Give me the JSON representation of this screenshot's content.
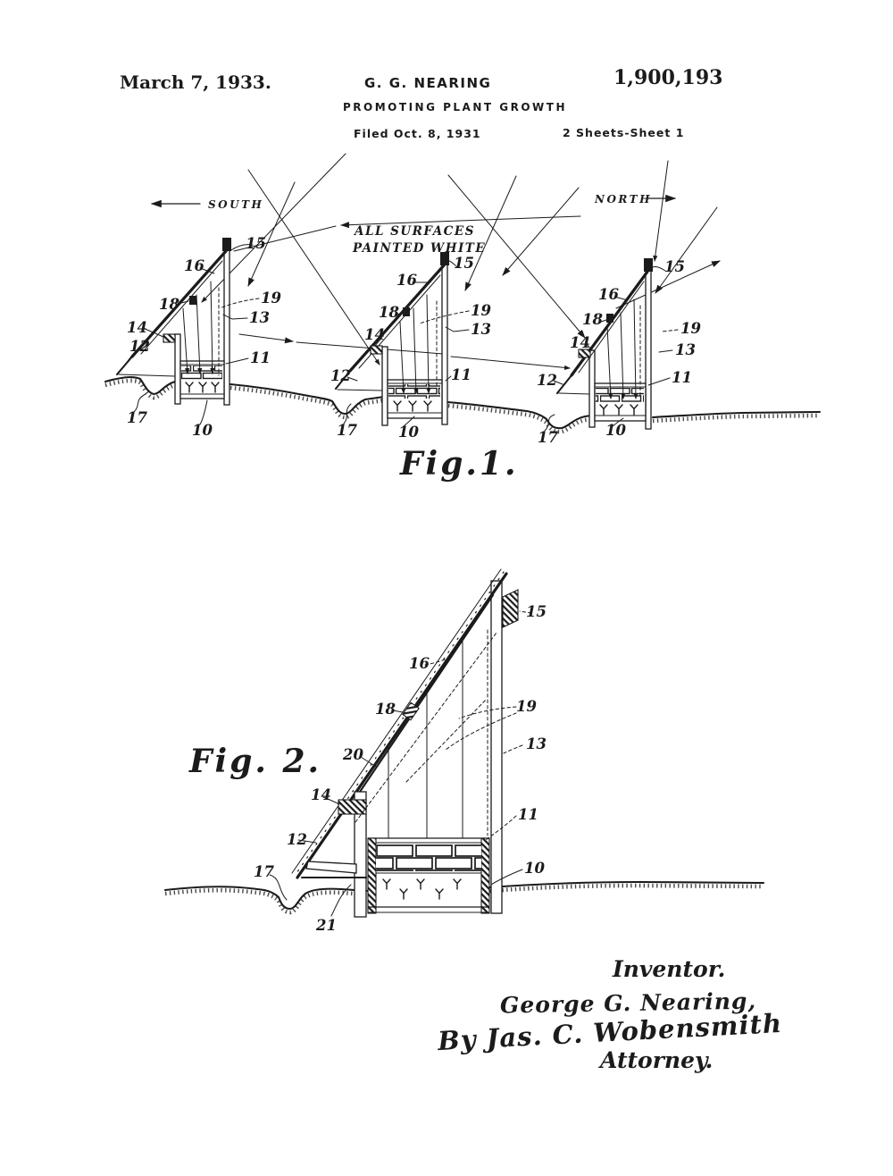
{
  "header": {
    "date": "March 7, 1933.",
    "author": "G. G. NEARING",
    "patent_number": "1,900,193",
    "title": "PROMOTING PLANT GROWTH",
    "filed": "Filed Oct. 8, 1931",
    "sheet": "2 Sheets-Sheet 1"
  },
  "fig1": {
    "caption": "Fig.1.",
    "south": "SOUTH",
    "north": "NORTH",
    "note_line1": "ALL SURFACES",
    "note_line2": "PAINTED WHITE"
  },
  "fig2": {
    "caption": "Fig. 2."
  },
  "refs": {
    "n10": "10",
    "n11": "11",
    "n12": "12",
    "n13": "13",
    "n14": "14",
    "n15": "15",
    "n16": "16",
    "n17": "17",
    "n18": "18",
    "n19": "19",
    "n20": "20",
    "n21": "21"
  },
  "signature": {
    "inventor_label": "Inventor.",
    "inventor_name": "George G. Nearing,",
    "by_line": "By Jas. C. Wobensmith",
    "attorney_label": "Attorney."
  }
}
